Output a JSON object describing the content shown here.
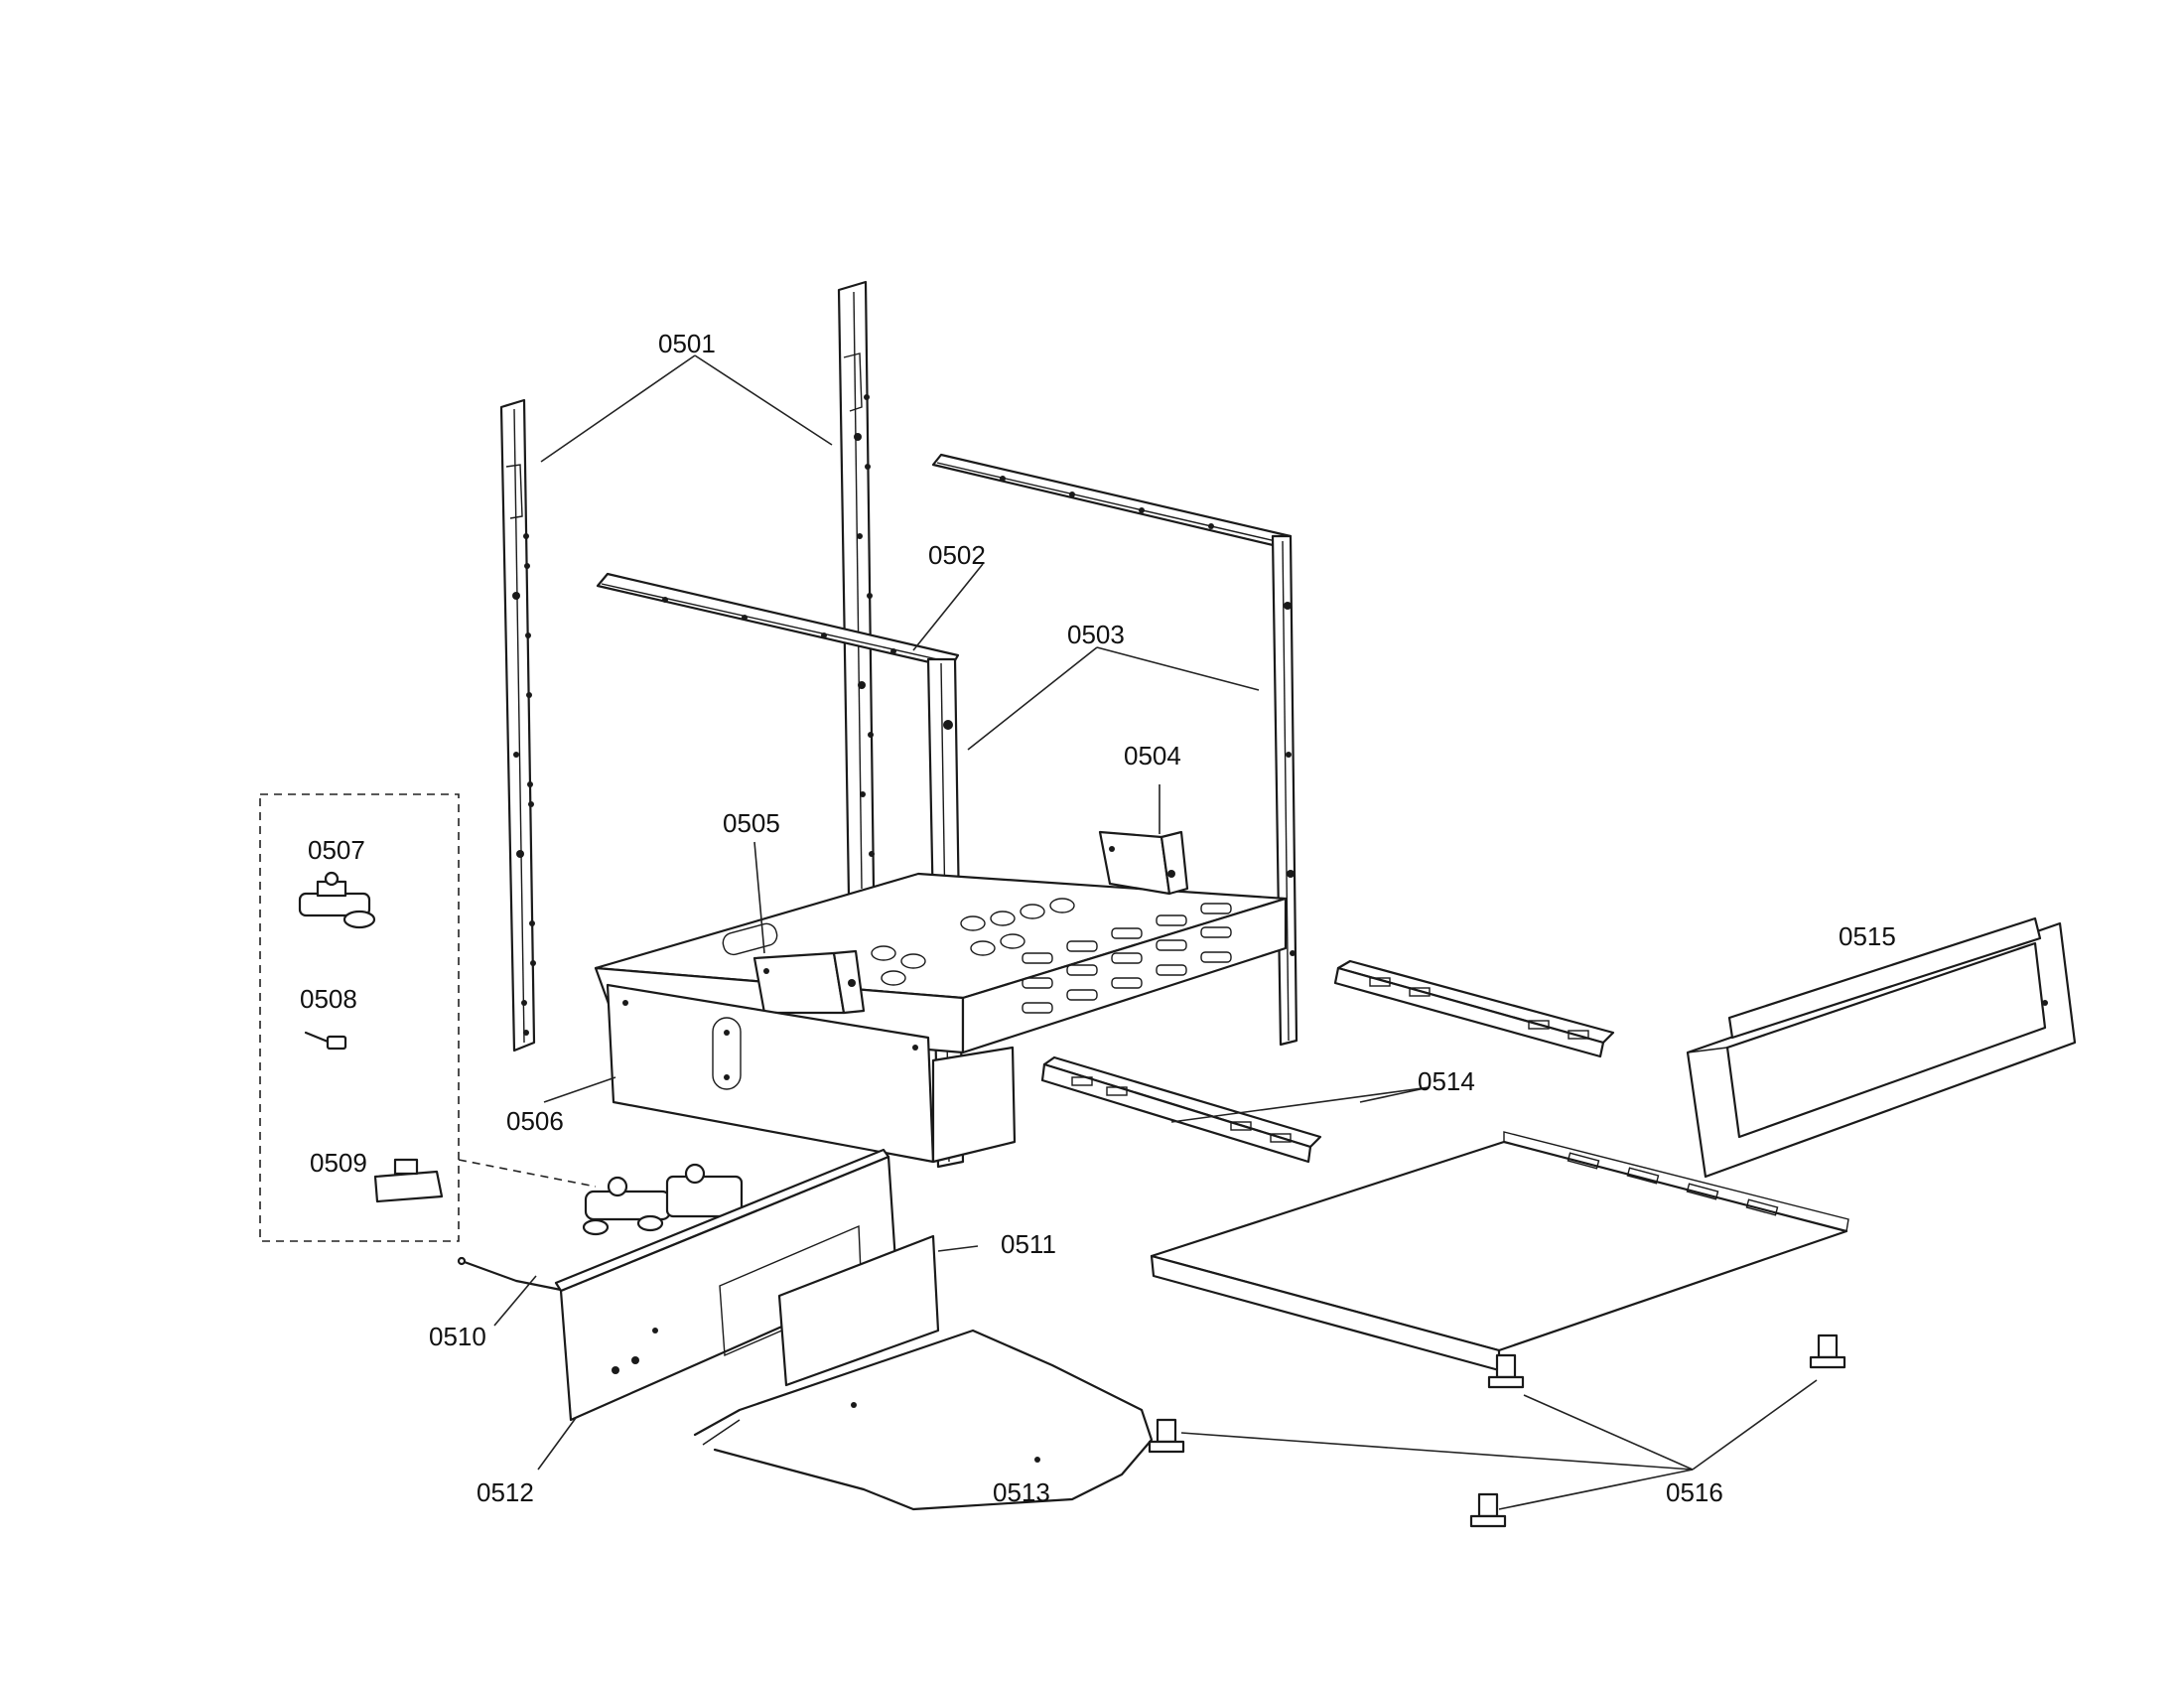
{
  "labels": {
    "p0501": "0501",
    "p0502": "0502",
    "p0503": "0503",
    "p0504": "0504",
    "p0505": "0505",
    "p0506": "0506",
    "p0507": "0507",
    "p0508": "0508",
    "p0509": "0509",
    "p0510": "0510",
    "p0511": "0511",
    "p0512": "0512",
    "p0513": "0513",
    "p0514": "0514",
    "p0515": "0515",
    "p0516": "0516"
  }
}
